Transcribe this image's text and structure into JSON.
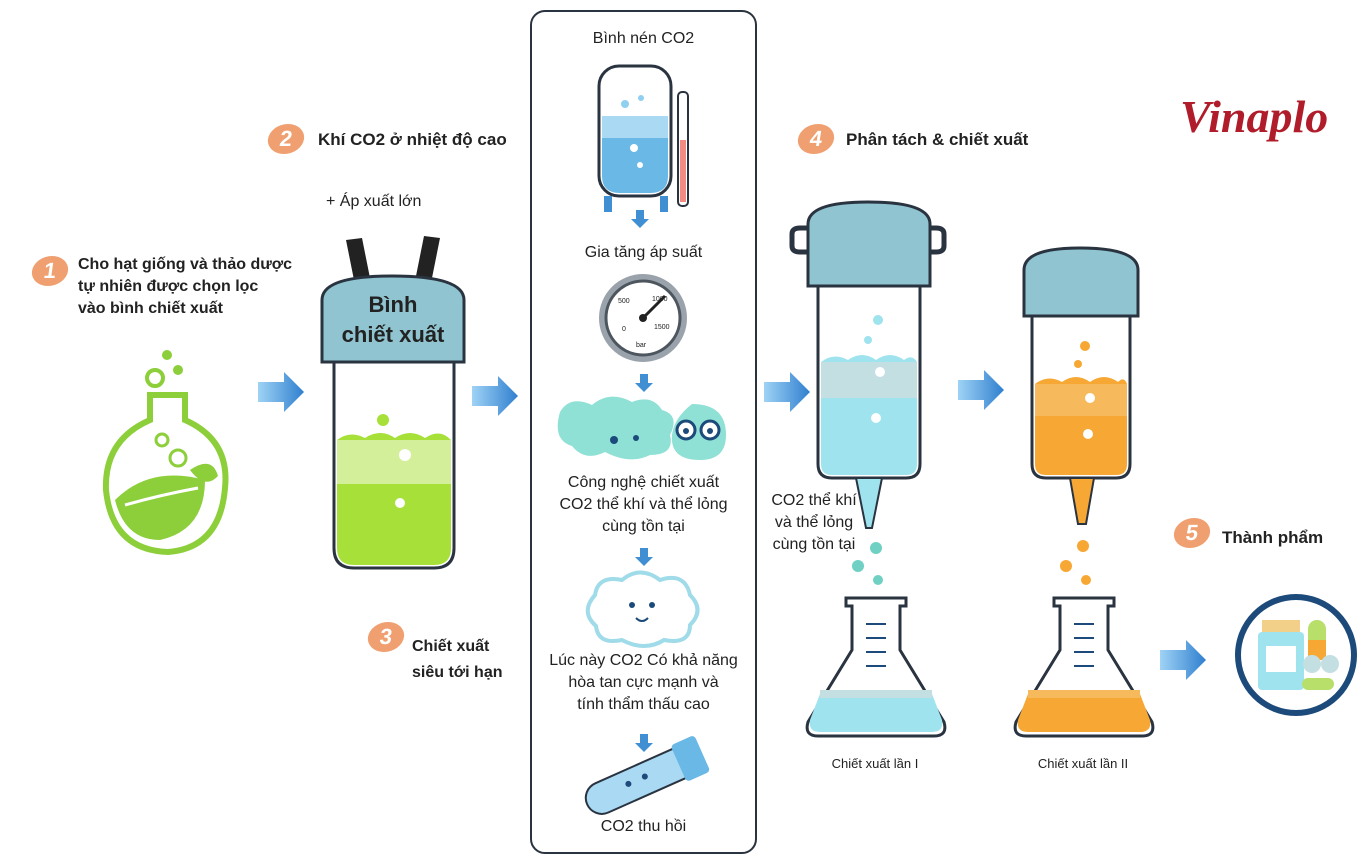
{
  "brand": {
    "logo_text": "Vinaplo",
    "colors": {
      "gold": "#d8a437",
      "red": "#b01c2a"
    }
  },
  "steps": [
    {
      "number": "1",
      "text_lines": [
        "Cho hạt giống và thảo dược",
        "tự nhiên được chọn lọc",
        "vào bình chiết xuất"
      ]
    },
    {
      "number": "2",
      "text": "Khí CO2 ở nhiệt độ cao",
      "sub": "+ Áp xuất lớn"
    },
    {
      "number": "3",
      "text_lines": [
        "Chiết xuất",
        "siêu tới hạn"
      ]
    },
    {
      "number": "4",
      "text": "Phân tách & chiết xuất"
    },
    {
      "number": "5",
      "text": "Thành phẩm"
    }
  ],
  "extraction_vessel": {
    "label_lines": [
      "Bình",
      "chiết xuất"
    ]
  },
  "process": [
    "Bình nén CO2",
    "Gia tăng áp suất",
    [
      "Công nghệ chiết xuất",
      "CO2 thể khí và thể lỏng",
      "cùng tồn tại"
    ],
    [
      "Lúc này CO2 Có khả năng",
      "hòa tan cực mạnh và",
      "tính thẩm thấu cao"
    ],
    "CO2 thu hồi"
  ],
  "gauge": {
    "ticks": [
      "500",
      "1000",
      "0",
      "1500"
    ],
    "unit": "bar"
  },
  "separator_note": [
    "CO2 thể khí",
    "và thể lỏng",
    "cùng tồn tại"
  ],
  "flask_labels": [
    "Chiết xuất lần I",
    "Chiết xuất lần II"
  ],
  "colors": {
    "green_liquid": "#a6e039",
    "blue_liquid": "#9fe3ee",
    "orange_liquid": "#f7a733",
    "lid": "#8fc4d0",
    "arrow": "#3f8fd2",
    "number_badge": "#f0a070",
    "outline": "#2a3340"
  }
}
